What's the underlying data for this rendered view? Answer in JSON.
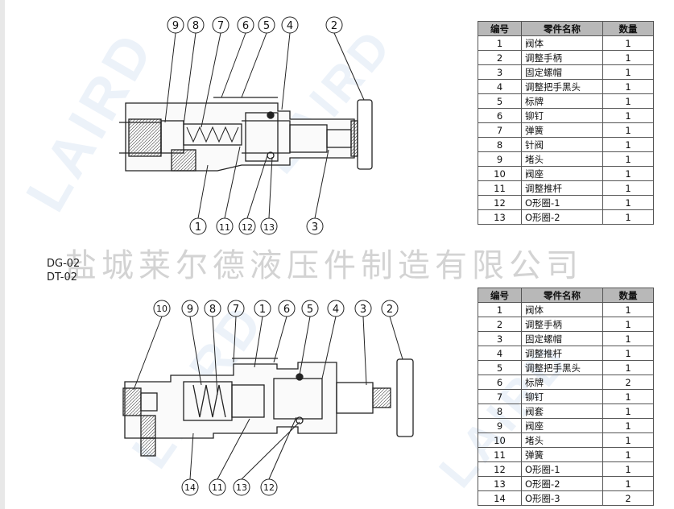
{
  "watermark_text": "盐城莱尔德液压件制造有限公司",
  "models": [
    "DG-02",
    "DT-02"
  ],
  "table_headers": [
    "编号",
    "零件名称",
    "数量"
  ],
  "callouts": {
    "top": [
      "9",
      "8",
      "7",
      "6",
      "5",
      "4",
      "2"
    ],
    "top_bottom": [
      "1",
      "11",
      "12",
      "13",
      "3"
    ],
    "bottom": [
      "10",
      "9",
      "8",
      "7",
      "1",
      "6",
      "5",
      "4",
      "3",
      "2"
    ],
    "bottom_lower": [
      "14",
      "11",
      "13",
      "12"
    ]
  },
  "parts_top": [
    [
      "1",
      "阀体",
      "1"
    ],
    [
      "2",
      "调整手柄",
      "1"
    ],
    [
      "3",
      "固定螺帽",
      "1"
    ],
    [
      "4",
      "调整把手黑头",
      "1"
    ],
    [
      "5",
      "标牌",
      "1"
    ],
    [
      "6",
      "铆钉",
      "1"
    ],
    [
      "7",
      "弹簧",
      "1"
    ],
    [
      "8",
      "针阀",
      "1"
    ],
    [
      "9",
      "堵头",
      "1"
    ],
    [
      "10",
      "阀座",
      "1"
    ],
    [
      "11",
      "调整推杆",
      "1"
    ],
    [
      "12",
      "O形圈-1",
      "1"
    ],
    [
      "13",
      "O形圈-2",
      "1"
    ]
  ],
  "parts_bottom": [
    [
      "1",
      "阀体",
      "1"
    ],
    [
      "2",
      "调整手柄",
      "1"
    ],
    [
      "3",
      "固定螺帽",
      "1"
    ],
    [
      "4",
      "调整推杆",
      "1"
    ],
    [
      "5",
      "调整把手黑头",
      "1"
    ],
    [
      "6",
      "标牌",
      "2"
    ],
    [
      "7",
      "铆钉",
      "1"
    ],
    [
      "8",
      "阀套",
      "1"
    ],
    [
      "9",
      "阀座",
      "1"
    ],
    [
      "10",
      "堵头",
      "1"
    ],
    [
      "11",
      "弹簧",
      "1"
    ],
    [
      "12",
      "O形圈-1",
      "1"
    ],
    [
      "13",
      "O形圈-2",
      "1"
    ],
    [
      "14",
      "O形圈-3",
      "2"
    ]
  ]
}
